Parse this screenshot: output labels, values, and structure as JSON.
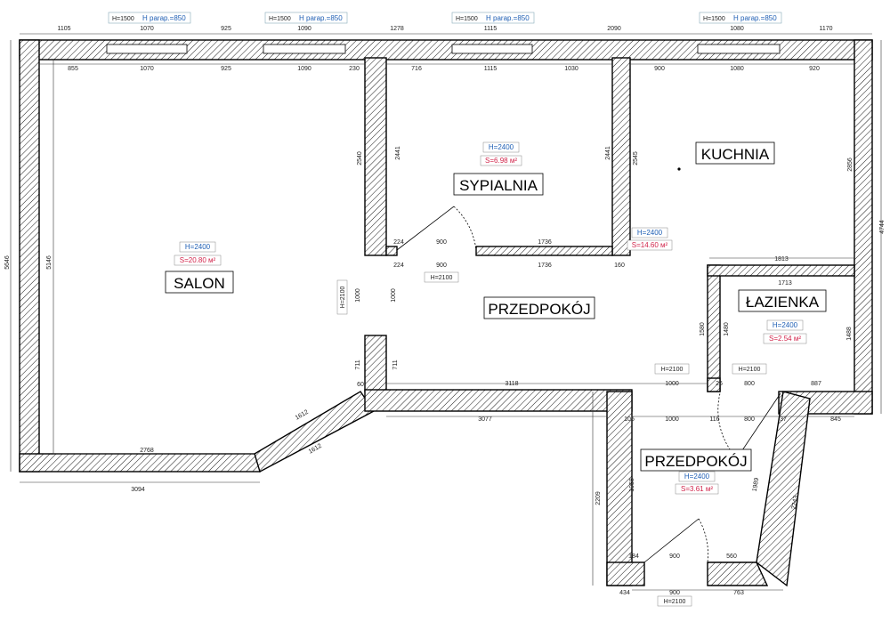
{
  "rooms": {
    "salon": {
      "name": "SALON",
      "height": "H=2400",
      "area": "S=20.80 м²"
    },
    "sypialnia": {
      "name": "SYPIALNIA",
      "height": "H=2400",
      "area": "S=6.98 м²"
    },
    "kuchnia": {
      "name": "KUCHNIA",
      "height": "H=2400",
      "area": "S=14.60 м²"
    },
    "przedpokoj": {
      "name": "PRZEDPOKÓJ"
    },
    "lazienka": {
      "name": "ŁAZIENKA",
      "height": "H=2400",
      "area": "S=2.54 м²"
    },
    "przedpokoj2": {
      "name": "PRZEDPOKÓJ",
      "height": "H=2400",
      "area": "S=3.61 м²"
    }
  },
  "windows": [
    {
      "h": "H=1500",
      "parapet": "H parap.=850"
    },
    {
      "h": "H=1500",
      "parapet": "H parap.=850"
    },
    {
      "h": "H=1500",
      "parapet": "H parap.=850"
    },
    {
      "h": "H=1500",
      "parapet": "H parap.=850"
    }
  ],
  "doors": {
    "d1": "H=2100",
    "d2": "H=2100",
    "d3": "H=2100",
    "d4": "H=2100",
    "d5": "H=2100"
  },
  "dims": {
    "top_outer": [
      "1105",
      "1070",
      "925",
      "1090",
      "1278",
      "1115",
      "2090",
      "1080",
      "1170"
    ],
    "top_inner": [
      "855",
      "1070",
      "925",
      "1090",
      "230",
      "716",
      "1115",
      "1030",
      "900",
      "1080",
      "920"
    ],
    "left_outer": "5646",
    "left_inner": "5146",
    "right_outer": "4744",
    "right_kitchen": "2856",
    "bed_left": "2441",
    "bed_right": "2441",
    "salon_right": "2540",
    "kitchen_left": "2545",
    "bed_bottom": [
      "224",
      "900",
      "1736"
    ],
    "bed_bottom2": [
      "224",
      "900",
      "1736",
      "160"
    ],
    "opening_left": "1000",
    "opening_right": "1000",
    "wall_711a": "711",
    "wall_711b": "711",
    "diag1": "1612",
    "diag2": "1612",
    "salon_bottom_inner": "2768",
    "salon_bottom_outer": "3094",
    "corr_bottom": "60",
    "corr_3118": "3118",
    "corr_1000": "1000",
    "corr_3077": "3077",
    "bath_1813": "1813",
    "bath_1713": "1713",
    "bath_1580": "1580",
    "bath_1480": "1480",
    "bath_1488": "1488",
    "bath_26": "26",
    "bath_800": "800",
    "bath_887": "887",
    "low_105": "105",
    "low_1000": "1000",
    "low_116": "116",
    "low_800": "800",
    "low_37": "37",
    "low_845": "845",
    "low_2209": "2209",
    "low_1958": "1958",
    "low_1989": "1989",
    "low_2243": "2243",
    "low_184": "184",
    "low_900a": "900",
    "low_560": "560",
    "low_434": "434",
    "low_900b": "900",
    "low_763": "763"
  }
}
